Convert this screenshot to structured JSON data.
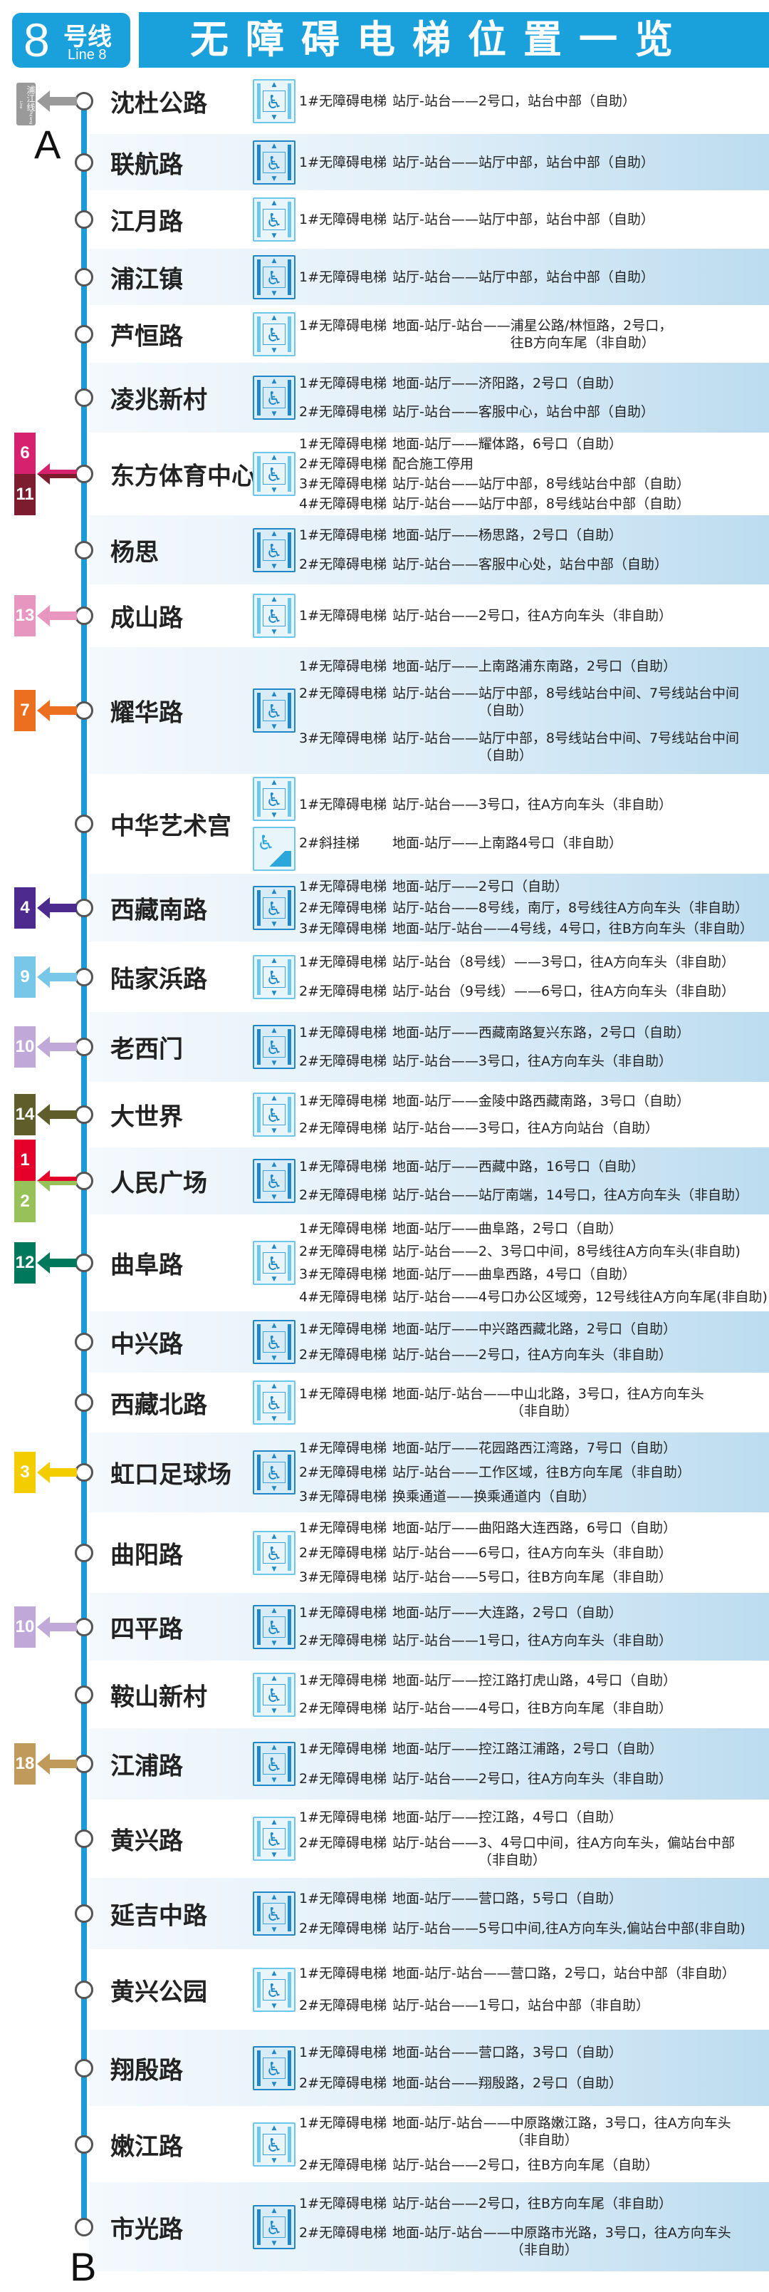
{
  "header": {
    "line_number": "8",
    "line_cn": "号线",
    "line_en": "Line 8",
    "title": "无障碍电梯位置一览",
    "line_color": "#1aa0db"
  },
  "terminals": {
    "a": "A",
    "b": "B"
  },
  "pujiang_badge": {
    "cn": "浦江线",
    "en": "Pujiang Line",
    "color": "#9a9a9a"
  },
  "stations": [
    {
      "name": "沈杜公路",
      "transfer": "pujiang",
      "icons": [
        "elevator"
      ],
      "elevators": [
        {
          "label": "1#无障碍电梯",
          "text": "站厅-站台——2号口，站台中部（自助）"
        }
      ]
    },
    {
      "name": "联航路",
      "icons": [
        "elevator"
      ],
      "elevators": [
        {
          "label": "1#无障碍电梯",
          "text": "站厅-站台——站厅中部，站台中部（自助）"
        }
      ]
    },
    {
      "name": "江月路",
      "icons": [
        "elevator"
      ],
      "elevators": [
        {
          "label": "1#无障碍电梯",
          "text": "站厅-站台——站厅中部，站台中部（自助）"
        }
      ]
    },
    {
      "name": "浦江镇",
      "icons": [
        "elevator"
      ],
      "elevators": [
        {
          "label": "1#无障碍电梯",
          "text": "站厅-站台——站厅中部，站台中部（自助）"
        }
      ]
    },
    {
      "name": "芦恒路",
      "icons": [
        "elevator"
      ],
      "elevators": [
        {
          "label": "1#无障碍电梯",
          "text": "地面-站厅-站台——浦星公路/林恒路，2号口，",
          "cont": "往B方向车尾（非自助）"
        }
      ]
    },
    {
      "name": "凌兆新村",
      "icons": [
        "elevator"
      ],
      "elevators": [
        {
          "label": "1#无障碍电梯",
          "text": "地面-站厅——济阳路，2号口（自助）"
        },
        {
          "label": "2#无障碍电梯",
          "text": "站厅-站台——客服中心，站台中部（自助）"
        }
      ]
    },
    {
      "name": "东方体育中心",
      "transfer": {
        "lines": [
          "6",
          "11"
        ],
        "colors": [
          "#d6216f",
          "#7d1c2e"
        ]
      },
      "icons": [
        "elevator"
      ],
      "elevators": [
        {
          "label": "1#无障碍电梯",
          "text": "地面-站厅——耀体路，6号口（自助）"
        },
        {
          "label": "2#无障碍电梯",
          "text": "配合施工停用"
        },
        {
          "label": "3#无障碍电梯",
          "text": "站厅-站台——站厅中部，8号线站台中部（自助）"
        },
        {
          "label": "4#无障碍电梯",
          "text": "站厅-站台——站厅中部，8号线站台中部（自助）"
        }
      ]
    },
    {
      "name": "杨思",
      "icons": [
        "elevator"
      ],
      "elevators": [
        {
          "label": "1#无障碍电梯",
          "text": "地面-站厅——杨思路，2号口（自助）"
        },
        {
          "label": "2#无障碍电梯",
          "text": "站厅-站台——客服中心处，站台中部（自助）"
        }
      ]
    },
    {
      "name": "成山路",
      "transfer": {
        "lines": [
          "13"
        ],
        "colors": [
          "#e796c0"
        ]
      },
      "icons": [
        "elevator"
      ],
      "elevators": [
        {
          "label": "1#无障碍电梯",
          "text": "站厅-站台——2号口，往A方向车头（非自助）"
        }
      ]
    },
    {
      "name": "耀华路",
      "transfer": {
        "lines": [
          "7"
        ],
        "colors": [
          "#ec6e1f"
        ]
      },
      "icons": [
        "elevator"
      ],
      "elevators": [
        {
          "label": "1#无障碍电梯",
          "text": "地面-站厅——上南路浦东南路，2号口（自助）"
        },
        {
          "label": "2#无障碍电梯",
          "text": "站厅-站台——站厅中部，8号线站台中间、7号线站台中间",
          "cont": "（自助）"
        },
        {
          "label": "3#无障碍电梯",
          "text": "站厅-站台——站厅中部，8号线站台中间、7号线站台中间",
          "cont": "（自助）"
        }
      ]
    },
    {
      "name": "中华艺术宫",
      "icons": [
        "elevator",
        "stairlift"
      ],
      "elevators": [
        {
          "label": "1#无障碍电梯",
          "text": "站厅-站台——3号口，往A方向车头（非自助）"
        },
        {
          "label": "2#斜挂梯",
          "text": "地面-站厅——上南路4号口（非自助）"
        }
      ]
    },
    {
      "name": "西藏南路",
      "transfer": {
        "lines": [
          "4"
        ],
        "colors": [
          "#4d2a8e"
        ]
      },
      "icons": [
        "elevator"
      ],
      "elevators": [
        {
          "label": "1#无障碍电梯",
          "text": "地面-站厅——2号口（自助）"
        },
        {
          "label": "2#无障碍电梯",
          "text": "站厅-站台——8号线，南厅，8号线往A方向车头（非自助）"
        },
        {
          "label": "3#无障碍电梯",
          "text": "地面-站厅-站台——4号线，4号口，往B方向车头（非自助）"
        }
      ]
    },
    {
      "name": "陆家浜路",
      "transfer": {
        "lines": [
          "9"
        ],
        "colors": [
          "#78c6e8"
        ]
      },
      "icons": [
        "elevator"
      ],
      "elevators": [
        {
          "label": "1#无障碍电梯",
          "text": "站厅-站台（8号线）——3号口，往A方向车头（非自助）"
        },
        {
          "label": "2#无障碍电梯",
          "text": "站厅-站台（9号线）——6号口，往A方向车头（非自助）"
        }
      ]
    },
    {
      "name": "老西门",
      "transfer": {
        "lines": [
          "10"
        ],
        "colors": [
          "#c0a8d8"
        ]
      },
      "icons": [
        "elevator"
      ],
      "elevators": [
        {
          "label": "1#无障碍电梯",
          "text": "地面-站厅——西藏南路复兴东路，2号口（自助）"
        },
        {
          "label": "2#无障碍电梯",
          "text": "站厅-站台——3号口，往A方向车头（非自助）"
        }
      ]
    },
    {
      "name": "大世界",
      "transfer": {
        "lines": [
          "14"
        ],
        "colors": [
          "#5f5d2a"
        ]
      },
      "icons": [
        "elevator"
      ],
      "elevators": [
        {
          "label": "1#无障碍电梯",
          "text": "地面-站厅——金陵中路西藏南路，3号口（自助）"
        },
        {
          "label": "2#无障碍电梯",
          "text": "站厅-站台——3号口，往A方向站台（自助）"
        }
      ]
    },
    {
      "name": "人民广场",
      "transfer": {
        "lines": [
          "1",
          "2"
        ],
        "colors": [
          "#e4002b",
          "#97c25a"
        ]
      },
      "icons": [
        "elevator"
      ],
      "elevators": [
        {
          "label": "1#无障碍电梯",
          "text": "地面-站厅——西藏中路，16号口（自助）"
        },
        {
          "label": "2#无障碍电梯",
          "text": "站厅-站台——站厅南端，14号口，往A方向车头（非自助）"
        }
      ]
    },
    {
      "name": "曲阜路",
      "transfer": {
        "lines": [
          "12"
        ],
        "colors": [
          "#00785b"
        ]
      },
      "icons": [
        "elevator"
      ],
      "elevators": [
        {
          "label": "1#无障碍电梯",
          "text": "地面-站厅——曲阜路，2号口（自助）"
        },
        {
          "label": "2#无障碍电梯",
          "text": "站厅-站台——2、3号口中间，8号线往A方向车头(非自助)"
        },
        {
          "label": "3#无障碍电梯",
          "text": "地面-站厅——曲阜西路，4号口（自助）"
        },
        {
          "label": "4#无障碍电梯",
          "text": "站厅-站台——4号口办公区域旁，12号线往A方向车尾(非自助)"
        }
      ]
    },
    {
      "name": "中兴路",
      "icons": [
        "elevator"
      ],
      "elevators": [
        {
          "label": "1#无障碍电梯",
          "text": "地面-站厅——中兴路西藏北路，2号口（自助）"
        },
        {
          "label": "2#无障碍电梯",
          "text": "站厅-站台——2号口，往A方向车头（非自助）"
        }
      ]
    },
    {
      "name": "西藏北路",
      "icons": [
        "elevator"
      ],
      "elevators": [
        {
          "label": "1#无障碍电梯",
          "text": "地面-站厅-站台——中山北路，3号口，往A方向车头",
          "cont": "（非自助）"
        }
      ]
    },
    {
      "name": "虹口足球场",
      "transfer": {
        "lines": [
          "3"
        ],
        "colors": [
          "#f4cd00"
        ]
      },
      "icons": [
        "elevator"
      ],
      "elevators": [
        {
          "label": "1#无障碍电梯",
          "text": "地面-站厅——花园路西江湾路，7号口（自助）"
        },
        {
          "label": "2#无障碍电梯",
          "text": "站厅-站台——工作区域，往B方向车尾（非自助）"
        },
        {
          "label": "3#无障碍电梯",
          "text": "换乘通道——换乘通道内（自助）"
        }
      ]
    },
    {
      "name": "曲阳路",
      "icons": [
        "elevator"
      ],
      "elevators": [
        {
          "label": "1#无障碍电梯",
          "text": "地面-站厅——曲阳路大连西路，6号口（自助）"
        },
        {
          "label": "2#无障碍电梯",
          "text": "站厅-站台——6号口，往A方向车头（非自助）"
        },
        {
          "label": "3#无障碍电梯",
          "text": "站厅-站台——5号口，往B方向车尾（非自助）"
        }
      ]
    },
    {
      "name": "四平路",
      "transfer": {
        "lines": [
          "10"
        ],
        "colors": [
          "#c0a8d8"
        ]
      },
      "icons": [
        "elevator"
      ],
      "elevators": [
        {
          "label": "1#无障碍电梯",
          "text": "地面-站厅——大连路，2号口（自助）"
        },
        {
          "label": "2#无障碍电梯",
          "text": "站厅-站台——1号口，往A方向车头（非自助）"
        }
      ]
    },
    {
      "name": "鞍山新村",
      "icons": [
        "elevator"
      ],
      "elevators": [
        {
          "label": "1#无障碍电梯",
          "text": "地面-站厅——控江路打虎山路，4号口（自助）"
        },
        {
          "label": "2#无障碍电梯",
          "text": "站厅-站台——4号口，往B方向车尾（非自助）"
        }
      ]
    },
    {
      "name": "江浦路",
      "transfer": {
        "lines": [
          "18"
        ],
        "colors": [
          "#c09a5b"
        ]
      },
      "icons": [
        "elevator"
      ],
      "elevators": [
        {
          "label": "1#无障碍电梯",
          "text": "地面-站厅——控江路江浦路，2号口（自助）"
        },
        {
          "label": "2#无障碍电梯",
          "text": "站厅-站台——2号口，往A方向车头（非自助）"
        }
      ]
    },
    {
      "name": "黄兴路",
      "icons": [
        "elevator"
      ],
      "elevators": [
        {
          "label": "1#无障碍电梯",
          "text": "地面-站厅——控江路，4号口（自助）"
        },
        {
          "label": "2#无障碍电梯",
          "text": "站厅-站台——3、4号口中间，往A方向车头，偏站台中部",
          "cont": "（非自助）"
        }
      ]
    },
    {
      "name": "延吉中路",
      "icons": [
        "elevator"
      ],
      "elevators": [
        {
          "label": "1#无障碍电梯",
          "text": "地面-站厅——营口路，5号口（自助）"
        },
        {
          "label": "2#无障碍电梯",
          "text": "站厅-站台——5号口中间,往A方向车头,偏站台中部(非自助)"
        }
      ]
    },
    {
      "name": "黄兴公园",
      "icons": [
        "elevator"
      ],
      "elevators": [
        {
          "label": "1#无障碍电梯",
          "text": "地面-站厅-站台——营口路，2号口，站台中部（非自助）"
        },
        {
          "label": "2#无障碍电梯",
          "text": "站厅-站台——1号口，站台中部（非自助）"
        }
      ]
    },
    {
      "name": "翔殷路",
      "icons": [
        "elevator"
      ],
      "elevators": [
        {
          "label": "1#无障碍电梯",
          "text": "地面-站台——营口路，3号口（自助）"
        },
        {
          "label": "2#无障碍电梯",
          "text": "地面-站台——翔殷路，2号口（自助）"
        }
      ]
    },
    {
      "name": "嫩江路",
      "icons": [
        "elevator"
      ],
      "elevators": [
        {
          "label": "1#无障碍电梯",
          "text": "地面-站厅-站台——中原路嫩江路，3号口，往A方向车头",
          "cont": "（非自助）"
        },
        {
          "label": "2#无障碍电梯",
          "text": "站厅-站台——2号口，往B方向车尾（自助）"
        }
      ]
    },
    {
      "name": "市光路",
      "icons": [
        "elevator"
      ],
      "elevators": [
        {
          "label": "1#无障碍电梯",
          "text": "站厅-站台——2号口，往B方向车尾（非自助）"
        },
        {
          "label": "2#无障碍电梯",
          "text": "地面-站厅-站台——中原路市光路，3号口，往A方向车头",
          "cont": "（非自助）"
        }
      ]
    }
  ]
}
